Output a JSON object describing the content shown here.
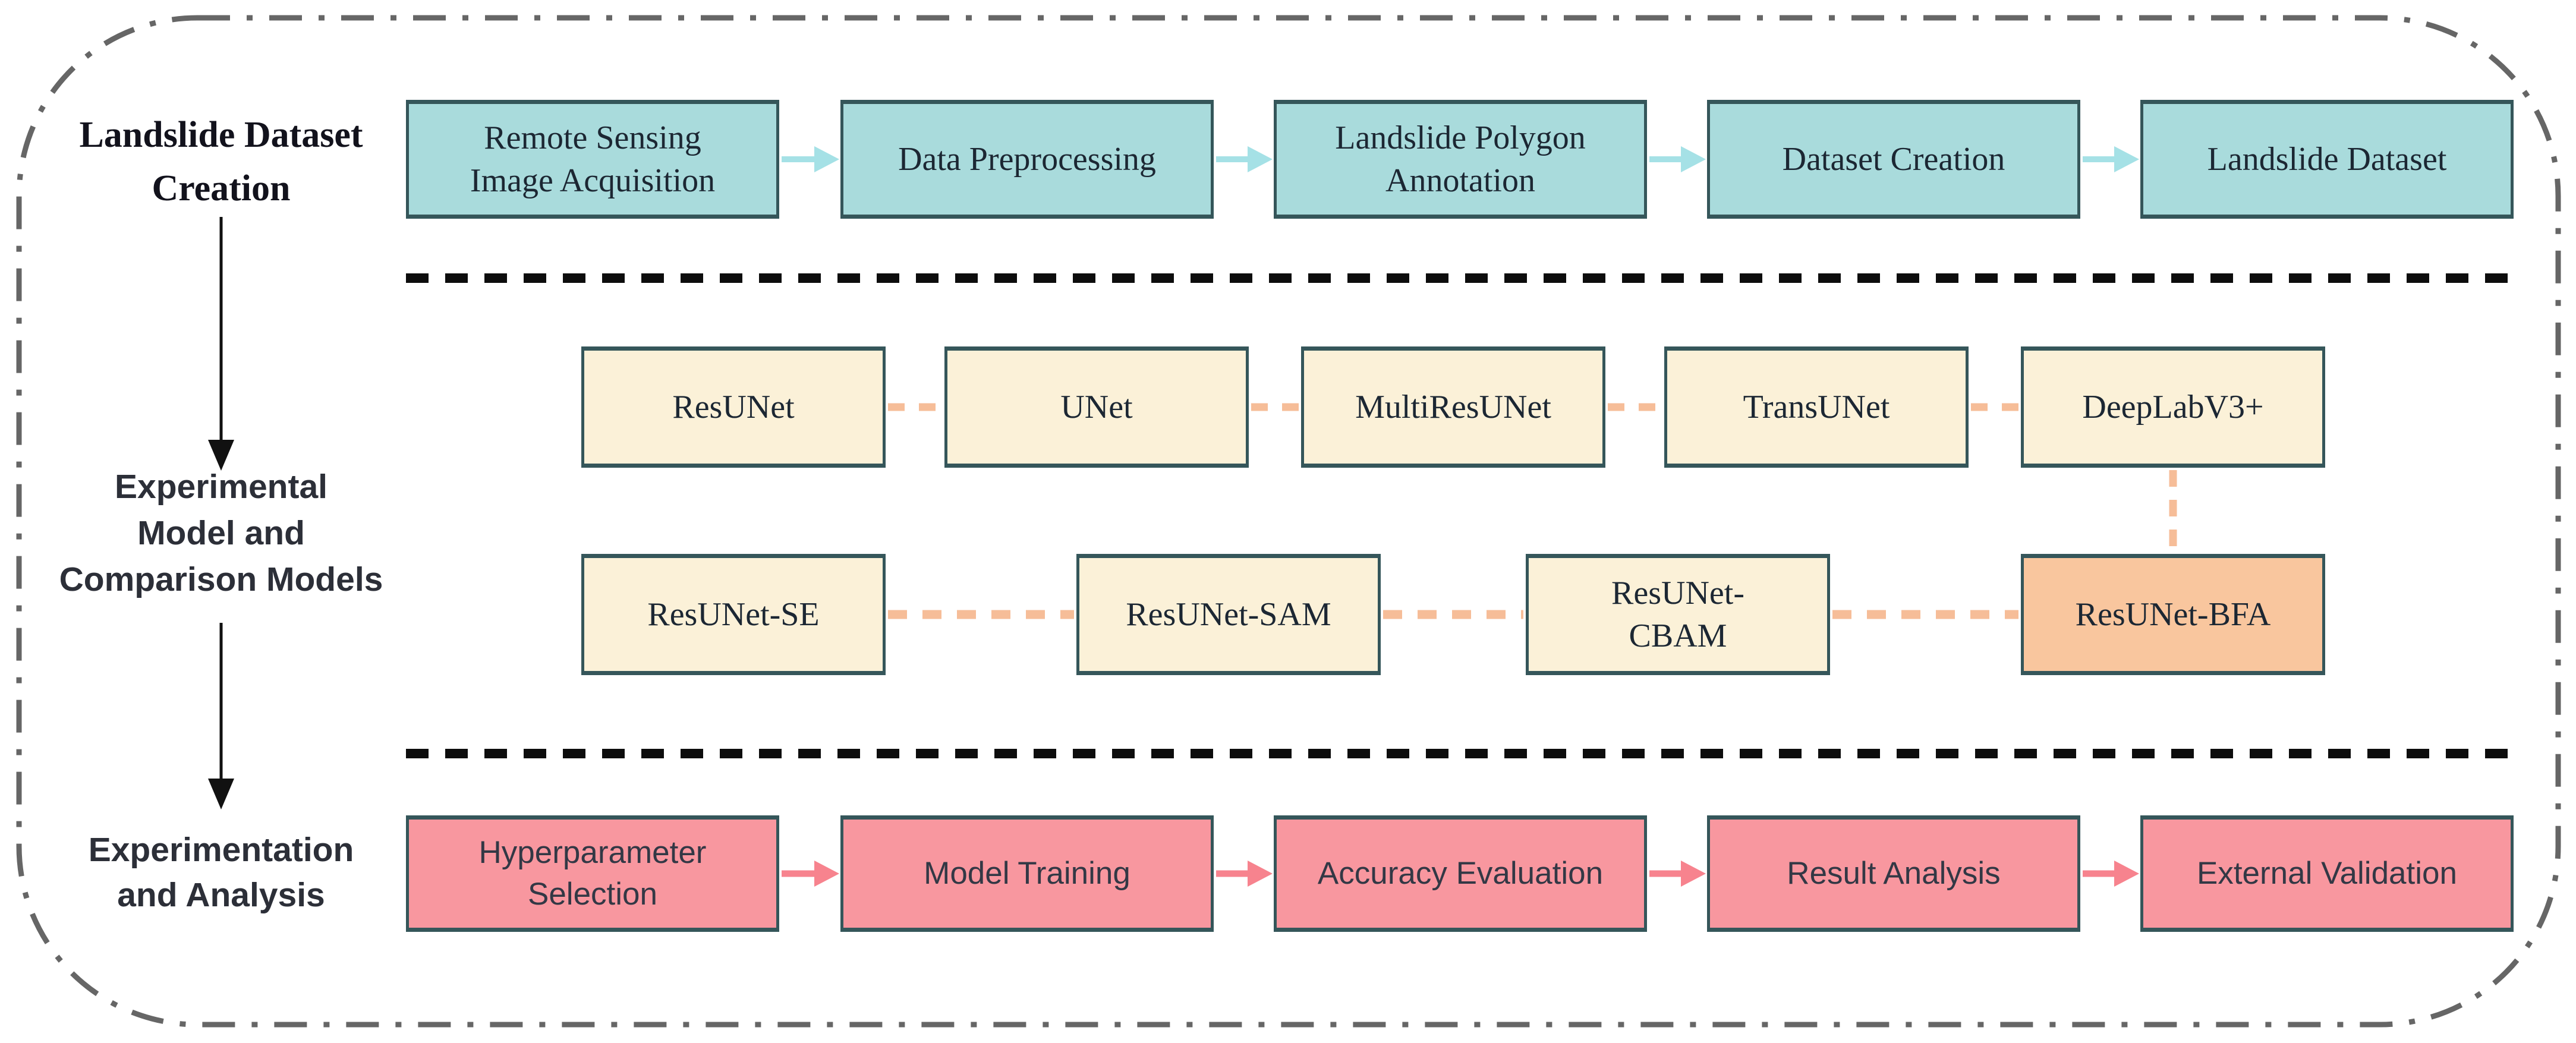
{
  "figure": {
    "sections": [
      {
        "id": "dataset-creation",
        "label": "Landslide Dataset\nCreation",
        "boxes": [
          "Remote Sensing\nImage Acquisition",
          "Data Preprocessing",
          "Landslide Polygon\nAnnotation",
          "Dataset Creation",
          "Landslide Dataset"
        ]
      },
      {
        "id": "models",
        "label": "Experimental\nModel and\nComparison Models",
        "top_row": [
          "ResUNet",
          "UNet",
          "MultiResUNet",
          "TransUNet",
          "DeepLabV3+"
        ],
        "bottom_row": [
          "ResUNet-SE",
          "ResUNet-SAM",
          "ResUNet-\nCBAM",
          "ResUNet-BFA"
        ],
        "highlighted_model": "ResUNet-BFA"
      },
      {
        "id": "experimentation",
        "label": "Experimentation\nand Analysis",
        "boxes": [
          "Hyperparameter\nSelection",
          "Model Training",
          "Accuracy Evaluation",
          "Result Analysis",
          "External Validation"
        ]
      }
    ],
    "colors": {
      "teal_fill": "#a9dbdc",
      "teal_arrow": "#a5e1e6",
      "cream_fill": "#fbf1d8",
      "orange_fill": "#f9c69e",
      "orange_connector": "#f6bd98",
      "pink_fill": "#f8979f",
      "pink_arrow": "#f7838e",
      "box_border": "#35565a",
      "divider": "#0d0d0d",
      "outer_border": "#666666"
    }
  }
}
